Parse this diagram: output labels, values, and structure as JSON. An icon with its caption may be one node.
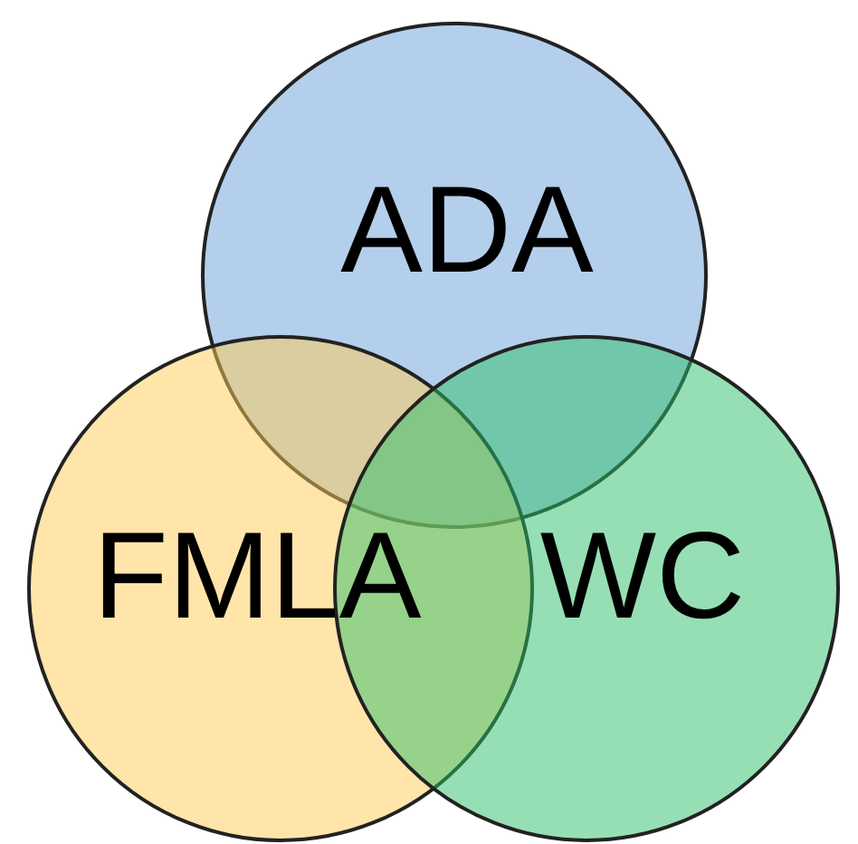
{
  "diagram": {
    "nodes": [
      {
        "text": [
          "ADA"
        ]
      },
      {
        "text": [
          "FMLA"
        ]
      },
      {
        "text": [
          "WC"
        ]
      }
    ]
  }
}
